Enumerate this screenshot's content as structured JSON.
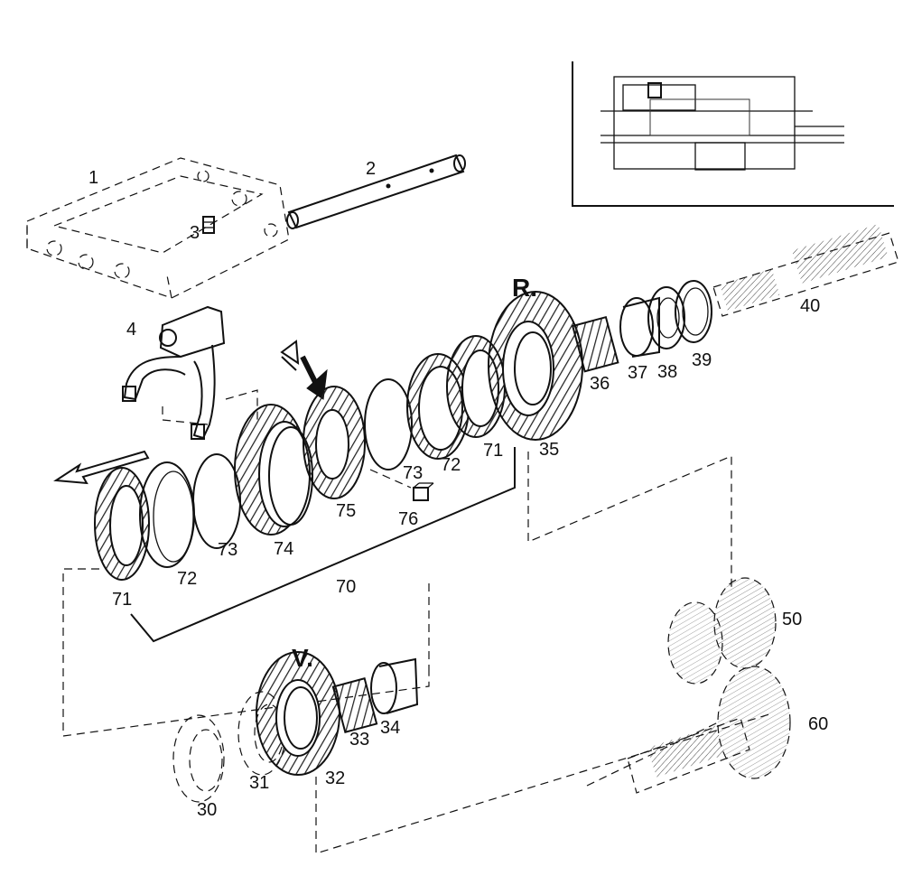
{
  "diagram": {
    "callouts": {
      "c1": "1",
      "c2": "2",
      "c3": "3",
      "c4": "4",
      "c30": "30",
      "c31": "31",
      "c32": "32",
      "c33": "33",
      "c34": "34",
      "c35": "35",
      "c36": "36",
      "c37": "37",
      "c38": "38",
      "c39": "39",
      "c40": "40",
      "c50": "50",
      "c60": "60",
      "c70": "70",
      "c71a": "71",
      "c71b": "71",
      "c72a": "72",
      "c72b": "72",
      "c73a": "73",
      "c73b": "73",
      "c74": "74",
      "c75": "75",
      "c76": "76"
    },
    "section_labels": {
      "reverse": "R.",
      "forward": "V."
    }
  }
}
